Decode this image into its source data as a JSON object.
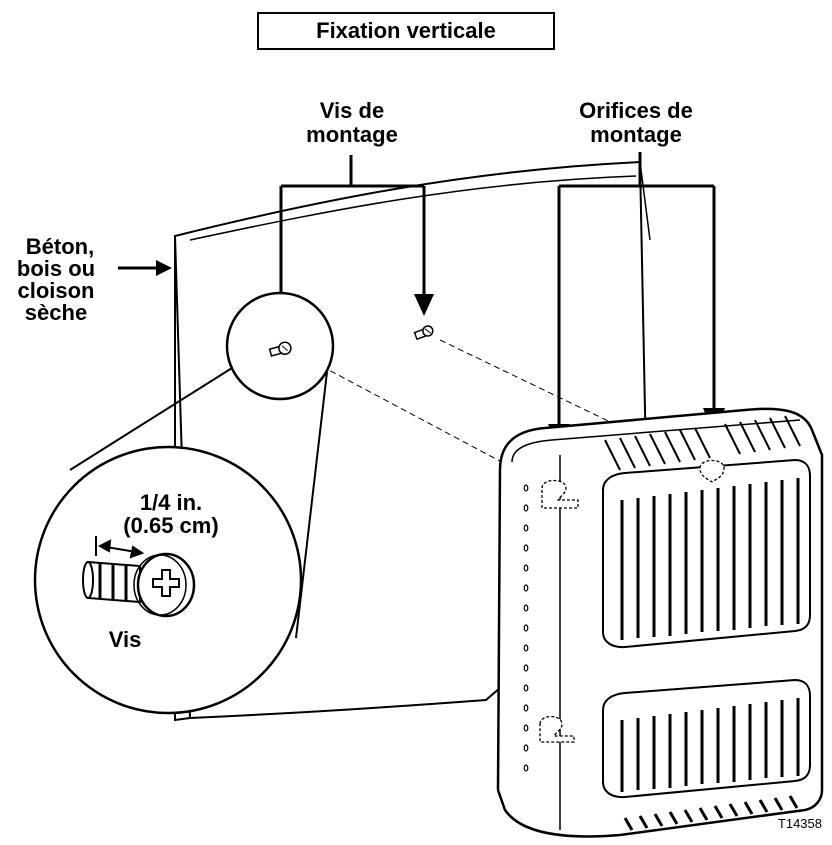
{
  "title": "Fixation verticale",
  "labels": {
    "screws_line1": "Vis de",
    "screws_line2": "montage",
    "holes_line1": "Orifices de",
    "holes_line2": "montage",
    "wall_line1": "Béton,",
    "wall_line2": "bois ou",
    "wall_line3": "cloison",
    "wall_line4": "sèche",
    "dim_line1": "1/4 in.",
    "dim_line2": "(0.65 cm)",
    "screw_caption": "Vis"
  },
  "figure_code": "T14358"
}
